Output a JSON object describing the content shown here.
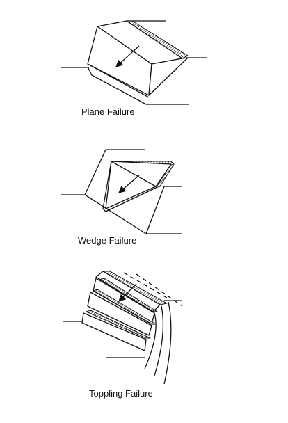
{
  "diagrams": [
    {
      "id": "plane",
      "caption": "Plane Failure"
    },
    {
      "id": "wedge",
      "caption": "Wedge Failure"
    },
    {
      "id": "toppling",
      "caption": "Toppling Failure"
    }
  ],
  "colors": {
    "ink": "#111111",
    "background": "#ffffff"
  }
}
